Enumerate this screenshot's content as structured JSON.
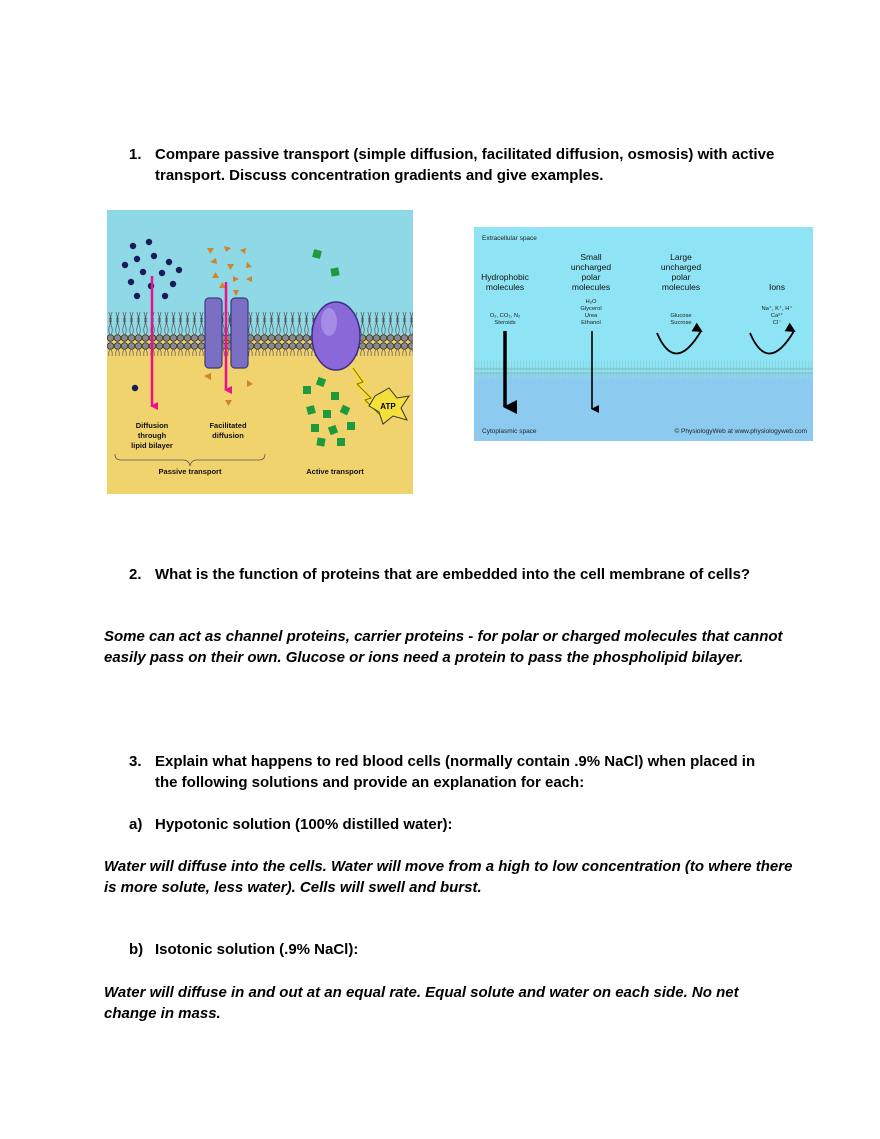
{
  "questions": {
    "q1": {
      "num": "1.",
      "text": "Compare passive transport (simple diffusion, facilitated diffusion, osmosis) with active transport.  Discuss concentration gradients and give examples."
    },
    "q2": {
      "num": "2.",
      "text": "What is the function of proteins that are embedded into the cell membrane of cells?"
    },
    "q3": {
      "num": "3.",
      "text": "Explain what happens to red blood cells (normally contain .9% NaCl) when placed in the following solutions and provide an explanation for each:"
    },
    "qa": {
      "num": "a)",
      "text": "Hypotonic solution (100% distilled water):"
    },
    "qb": {
      "num": "b)",
      "text": "Isotonic solution (.9% NaCl):"
    }
  },
  "answers": {
    "a2": "Some can act as channel proteins, carrier proteins - for polar or charged molecules that cannot easily pass on their own. Glucose or ions need a protein to pass the phospholipid bilayer.",
    "aa": "Water will diffuse into the cells. Water will move from a high to low concentration (to where there is more solute, less water). Cells will swell and burst.",
    "ab": "Water will diffuse in and out at an equal rate. Equal solute and water on each side. No net change in mass."
  },
  "figure_left": {
    "label_diffusion_1": "Diffusion",
    "label_diffusion_2": "through",
    "label_diffusion_3": "lipid bilayer",
    "label_facilitated_1": "Facilitated",
    "label_facilitated_2": "diffusion",
    "label_atp": "ATP",
    "label_passive": "Passive transport",
    "label_active": "Active transport"
  },
  "figure_right": {
    "extracellular": "Extracellular space",
    "cytoplasmic": "Cytoplasmic space",
    "credit": "© PhysiologyWeb at www.physiologyweb.com",
    "col1_title_1": "Hydrophobic",
    "col1_title_2": "molecules",
    "col1_ex_1": "O₂, CO₂, N₂",
    "col1_ex_2": "Steroids",
    "col2_title_1": "Small",
    "col2_title_2": "uncharged",
    "col2_title_3": "polar",
    "col2_title_4": "molecules",
    "col2_ex_1": "H₂O",
    "col2_ex_2": "Glycerol",
    "col2_ex_3": "Urea",
    "col2_ex_4": "Ethanol",
    "col3_title_1": "Large",
    "col3_title_2": "uncharged",
    "col3_title_3": "polar",
    "col3_title_4": "molecules",
    "col3_ex_1": "Glucose",
    "col3_ex_2": "Sucrose",
    "col4_title": "Ions",
    "col4_ex_1": "Na⁺, K⁺, H⁺",
    "col4_ex_2": "Ca²⁺",
    "col4_ex_3": "Cl⁻"
  },
  "colors": {
    "left_sky": "#8fd8e6",
    "left_cytoplasm": "#f1d36d",
    "right_top": "#8ee4f4",
    "right_bottom": "#8ccaf0",
    "arrow_pink": "#e8138c",
    "channel_protein": "#7b6fc4",
    "carrier_protein": "#8a68d8",
    "molecule_green": "#1e9a3c",
    "atp_yellow": "#f4e03a"
  }
}
